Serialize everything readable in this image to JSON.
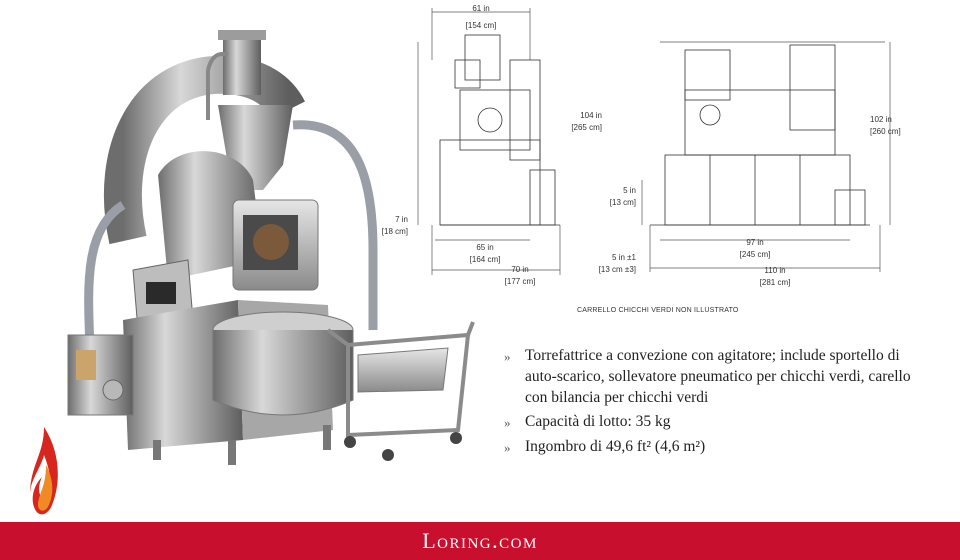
{
  "side_view": {
    "top_width": "61 in",
    "top_width_metric": "[154 cm]",
    "base_depth": "65 in",
    "base_depth_metric": "[164 cm]",
    "total_depth": "70 in",
    "total_depth_metric": "[177 cm]",
    "height": "104 in",
    "height_metric": "[265 cm]",
    "floor_clearance": "7 in",
    "floor_clearance_metric": "[18 cm]"
  },
  "front_view": {
    "height": "102 in",
    "height_metric": "[260 cm]",
    "step_height": "5 in",
    "step_height_metric": "[13 cm]",
    "leg_height": "5 in ±1",
    "leg_height_metric": "[13 cm ±3]",
    "inner_width": "97 in",
    "inner_width_metric": "[245 cm]",
    "total_width": "110 in",
    "total_width_metric": "[281 cm]"
  },
  "caption": "CARRELLO CHICCHI VERDI NON ILLUSTRATO",
  "bullets": [
    "Torrefattrice a convezione con agitatore; include sportello di auto-scarico, sollevatore pneumatico per chicchi verdi, carello con bilancia per chicchi verdi",
    "Capacità di lotto: 35 kg",
    "Ingombro di 49,6 ft² (4,6 m²)"
  ],
  "bullet_mark": "»",
  "footer": {
    "brand": "Loring.com"
  },
  "colors": {
    "footer_bg": "#c8102e",
    "flame_red": "#d7261e",
    "flame_orange": "#f08a24"
  }
}
